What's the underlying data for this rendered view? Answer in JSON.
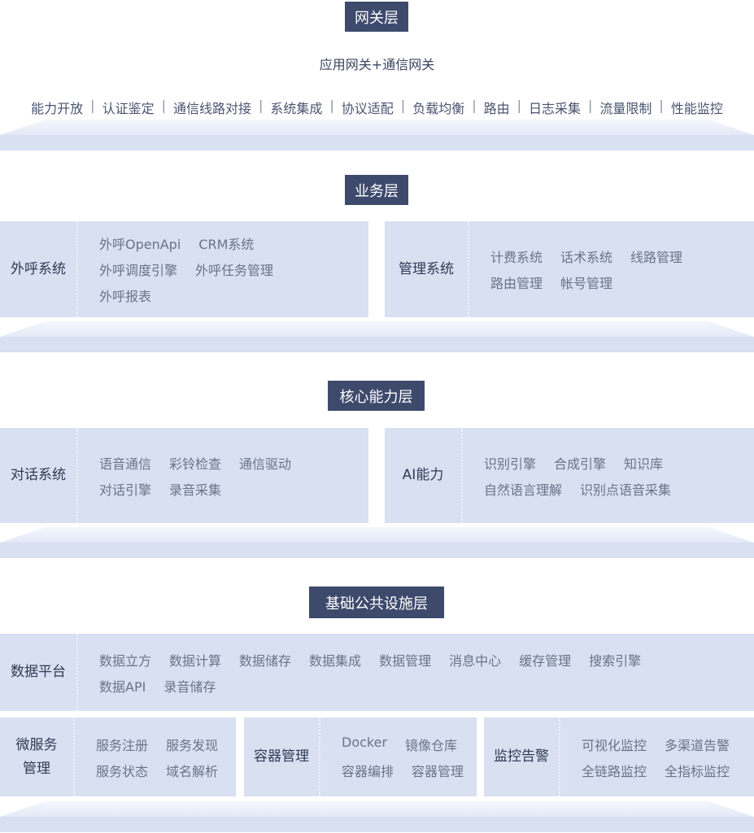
{
  "gateway": {
    "badge": "网关层",
    "subtitle": "应用网关+通信网关",
    "capabilities": [
      "能力开放",
      "认证鉴定",
      "通信线路对接",
      "系统集成",
      "协议适配",
      "负载均衡",
      "路由",
      "日志采集",
      "流量限制",
      "性能监控"
    ],
    "separator": "|"
  },
  "business": {
    "badge": "业务层",
    "boxes": [
      {
        "title": "外呼系统",
        "rows": [
          [
            "外呼OpenApi",
            "CRM系统"
          ],
          [
            "外呼调度引擎",
            "外呼任务管理"
          ],
          [
            "外呼报表"
          ]
        ]
      },
      {
        "title": "管理系统",
        "rows": [
          [
            "计费系统",
            "话术系统",
            "线路管理"
          ],
          [
            "路由管理",
            "帐号管理"
          ]
        ]
      }
    ]
  },
  "core": {
    "badge": "核心能力层",
    "boxes": [
      {
        "title": "对话系统",
        "rows": [
          [
            "语音通信",
            "彩铃检查",
            "通信驱动"
          ],
          [
            "对话引擎",
            "录音采集"
          ]
        ]
      },
      {
        "title": "AI能力",
        "rows": [
          [
            "识别引擎",
            "合成引擎",
            "知识库"
          ],
          [
            "自然语言理解",
            "识别点语音采集"
          ]
        ]
      }
    ]
  },
  "infra": {
    "badge": "基础公共设施层",
    "boxes": [
      {
        "title": "数据平台",
        "rows": [
          [
            "数据立方",
            "数据计算",
            "数据储存",
            "数据集成",
            "数据管理",
            "消息中心",
            "缓存管理",
            "搜索引擎"
          ],
          [
            "数据API",
            "录音储存"
          ]
        ]
      },
      {
        "title": "微服务管理",
        "title_lines": [
          "微服务",
          "管理"
        ],
        "rows": [
          [
            "服务注册",
            "服务发现"
          ],
          [
            "服务状态",
            "域名解析"
          ]
        ]
      },
      {
        "title": "容器管理",
        "rows": [
          [
            "Docker",
            "镜像仓库"
          ],
          [
            "容器编排",
            "容器管理"
          ]
        ]
      },
      {
        "title": "监控告警",
        "rows": [
          [
            "可视化监控",
            "多渠道告警"
          ],
          [
            "全链路监控",
            "全指标监控"
          ]
        ]
      }
    ]
  }
}
